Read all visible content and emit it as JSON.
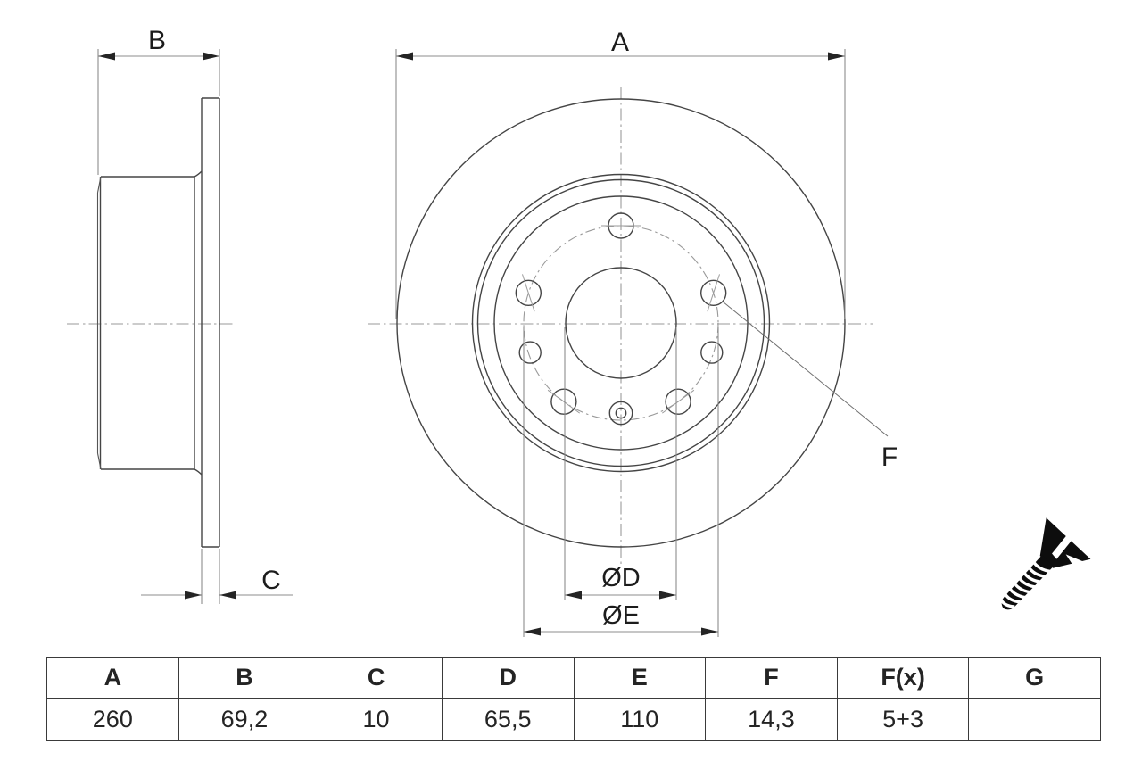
{
  "drawing": {
    "title": "brake-disc-technical-drawing",
    "labels": {
      "a": "A",
      "b": "B",
      "c": "C",
      "d": "ØD",
      "e": "ØE",
      "f": "F"
    },
    "bolt_pattern": "5 bolt holes + 3 locating holes",
    "icons": {
      "screw_icon": "countersunk-slotted-screw"
    },
    "colors": {
      "outline": "#454545",
      "dimension_line": "#8c8c8c",
      "centerline": "#9a9a9a",
      "arrow_and_text": "#1c1c1c",
      "table_border": "#3a3a3a",
      "screw": "#0d0d0d",
      "background": "#ffffff"
    }
  },
  "table": {
    "headers": [
      "A",
      "B",
      "C",
      "D",
      "E",
      "F",
      "F(x)",
      "G"
    ],
    "values": [
      "260",
      "69,2",
      "10",
      "65,5",
      "110",
      "14,3",
      "5+3",
      ""
    ]
  }
}
